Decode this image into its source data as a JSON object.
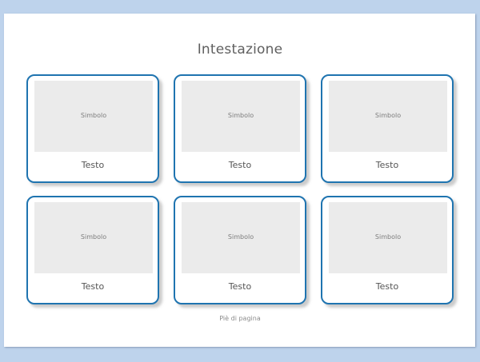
{
  "header": {
    "title": "Intestazione"
  },
  "cards": [
    {
      "symbol": "Simbolo",
      "text": "Testo"
    },
    {
      "symbol": "Simbolo",
      "text": "Testo"
    },
    {
      "symbol": "Simbolo",
      "text": "Testo"
    },
    {
      "symbol": "Simbolo",
      "text": "Testo"
    },
    {
      "symbol": "Simbolo",
      "text": "Testo"
    },
    {
      "symbol": "Simbolo",
      "text": "Testo"
    }
  ],
  "footer": {
    "text": "Piè di pagina"
  },
  "colors": {
    "background": "#bed3ec",
    "card_border": "#1f74b0",
    "symbol_fill": "#ebebeb"
  }
}
